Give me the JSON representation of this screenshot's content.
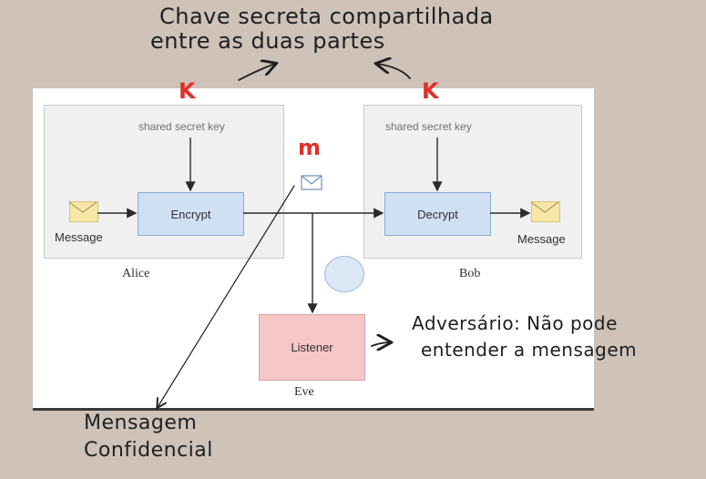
{
  "annotations": {
    "title_line1": "Chave secreta compartilhada",
    "title_line2": "entre as duas partes",
    "k_left": "K",
    "k_right": "K",
    "m_label": "m",
    "adversary_line1": "Adversário: Não pode",
    "adversary_line2": "entender a mensagem",
    "confidential_line1": "Mensagem",
    "confidential_line2": "Confidencial"
  },
  "diagram": {
    "alice_secret_label": "shared secret key",
    "bob_secret_label": "shared secret key",
    "encrypt_label": "Encrypt",
    "decrypt_label": "Decrypt",
    "listener_label": "Listener",
    "alice_message_label": "Message",
    "bob_message_label": "Message",
    "alice_caption": "Alice",
    "bob_caption": "Bob",
    "eve_caption": "Eve"
  },
  "colors": {
    "background": "#cfc2b8",
    "annotation_red": "#e0302a",
    "process_box": "#cfe0f3",
    "listener_box": "#f6c7c7",
    "envelope": "#f7e7a6"
  }
}
